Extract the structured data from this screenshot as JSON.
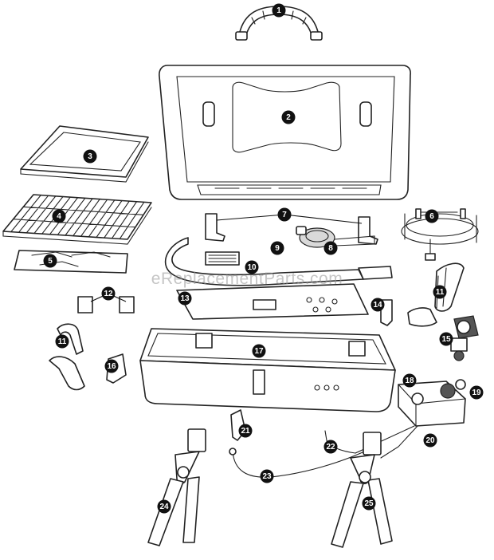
{
  "watermark": "eReplacementParts.com",
  "callouts": [
    "1",
    "2",
    "3",
    "4",
    "5",
    "6",
    "7",
    "8",
    "9",
    "10",
    "11",
    "12",
    "13",
    "14",
    "11",
    "15",
    "16",
    "17",
    "18",
    "19",
    "20",
    "21",
    "22",
    "23",
    "24",
    "25"
  ]
}
